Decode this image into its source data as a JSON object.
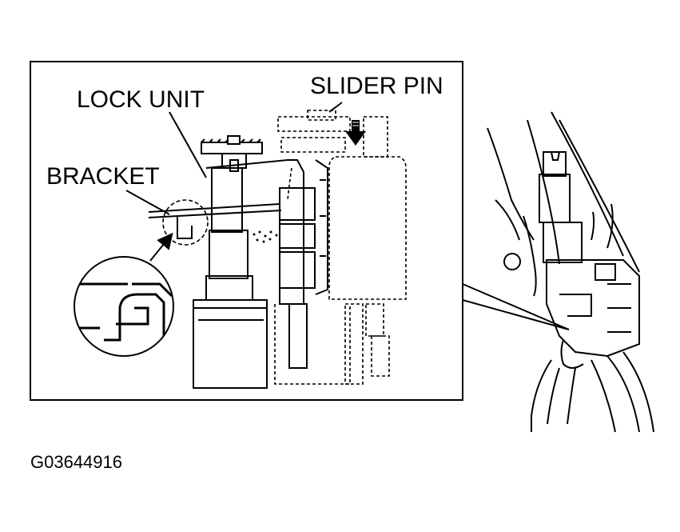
{
  "labels": {
    "lock_unit": "LOCK UNIT",
    "slider_pin": "SLIDER PIN",
    "bracket": "BRACKET",
    "figure_code": "G03644916"
  }
}
